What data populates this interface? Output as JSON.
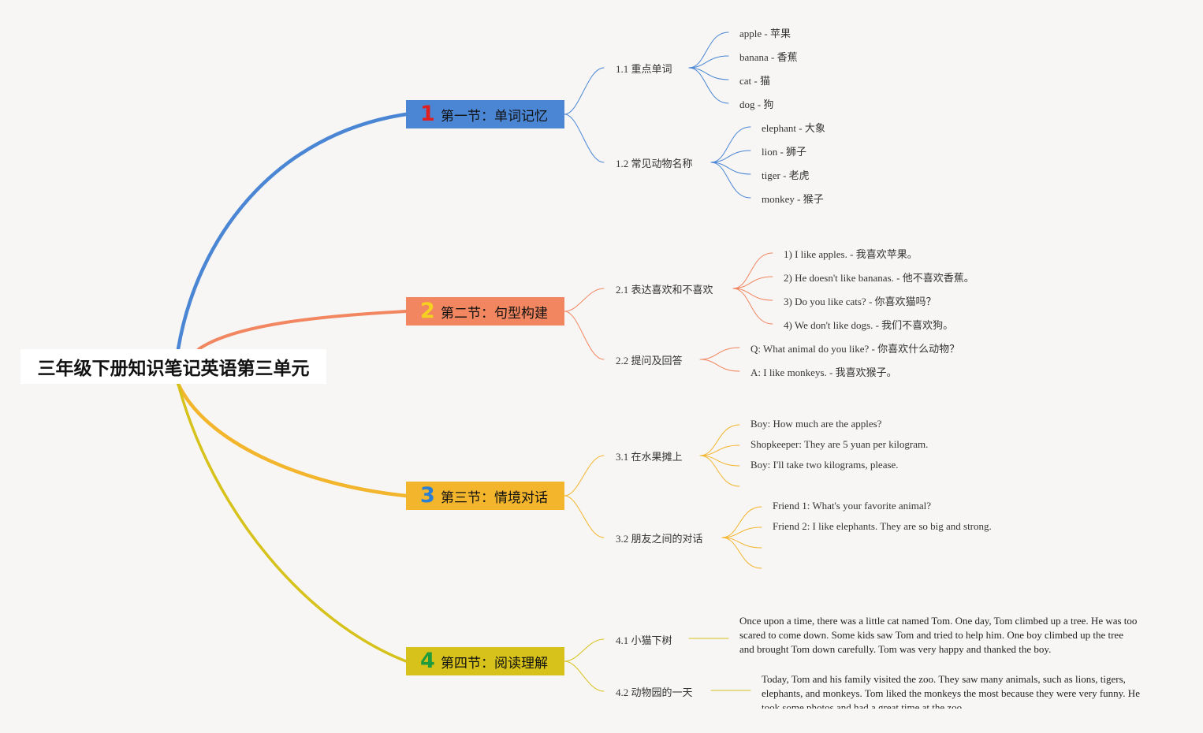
{
  "root": {
    "title": "三年级下册知识笔记英语第三单元"
  },
  "sections": [
    {
      "number": "1",
      "title": "第一节：单词记忆",
      "color": "#4a86d4",
      "number_color": "#e02020",
      "subs": [
        {
          "label": "1.1 重点单词",
          "items": [
            "apple - 苹果",
            "banana - 香蕉",
            "cat - 猫",
            "dog - 狗"
          ]
        },
        {
          "label": "1.2 常见动物名称",
          "items": [
            "elephant - 大象",
            "lion - 狮子",
            "tiger - 老虎",
            "monkey - 猴子"
          ]
        }
      ]
    },
    {
      "number": "2",
      "title": "第二节：句型构建",
      "color": "#f18660",
      "number_color": "#f5d020",
      "subs": [
        {
          "label": "2.1 表达喜欢和不喜欢",
          "items": [
            "1) I like apples. - 我喜欢苹果。",
            "2) He doesn't like bananas. - 他不喜欢香蕉。",
            "3) Do you like cats? - 你喜欢猫吗？",
            "4) We don't like dogs. - 我们不喜欢狗。"
          ]
        },
        {
          "label": "2.2 提问及回答",
          "items": [
            "Q: What animal do you like? - 你喜欢什么动物？",
            "A: I like monkeys. - 我喜欢猴子。"
          ]
        }
      ]
    },
    {
      "number": "3",
      "title": "第三节：情境对话",
      "color": "#f2b52c",
      "number_color": "#2a7fd4",
      "subs": [
        {
          "label": "3.1 在水果摊上",
          "items": [
            "Boy: How much are the apples?",
            "Shopkeeper: They are 5 yuan per kilogram.",
            "Boy: I'll take two kilograms, please.",
            ""
          ]
        },
        {
          "label": "3.2 朋友之间的对话",
          "items": [
            "Friend 1: What's your favorite animal?",
            "Friend 2: I like elephants. They are so big and strong.",
            "",
            ""
          ]
        }
      ]
    },
    {
      "number": "4",
      "title": "第四节：阅读理解",
      "color": "#d6c21a",
      "number_color": "#1f9a3c",
      "subs": [
        {
          "label": "4.1 小猫下树",
          "text": "Once upon a time, there was a little cat named Tom. One day, Tom climbed up a tree. He was too scared to come down. Some kids saw Tom and tried to help him. One boy climbed up the tree and brought Tom down carefully. Tom was very happy and thanked the boy."
        },
        {
          "label": "4.2 动物园的一天",
          "text": "Today, Tom and his family visited the zoo. They saw many animals, such as lions, tigers, elephants, and monkeys. Tom liked the monkeys the most because they were very funny. He took some photos and had a great time at the zoo."
        }
      ]
    }
  ]
}
